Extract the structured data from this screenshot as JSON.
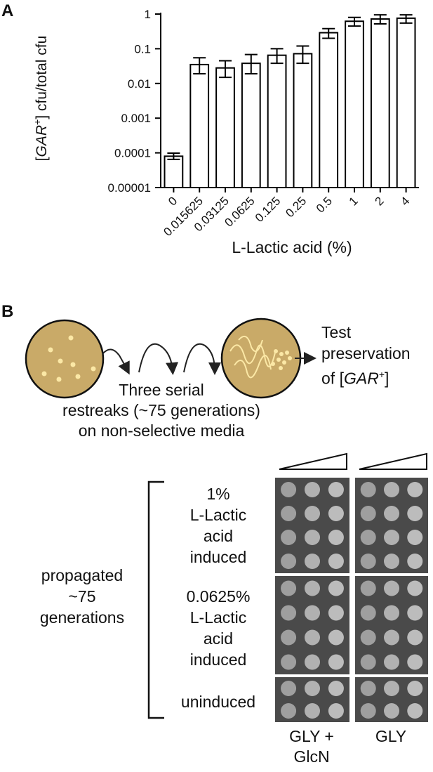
{
  "panel_a_label": "A",
  "panel_b_label": "B",
  "chart_data": {
    "type": "bar",
    "title": "",
    "xlabel": "L-Lactic acid (%)",
    "ylabel_prefix": "[",
    "ylabel_italic": "GAR",
    "ylabel_sup": "+",
    "ylabel_suffix": "] cfu/total cfu",
    "yscale": "log",
    "ylim": [
      1e-05,
      1
    ],
    "yticks": [
      "0.00001",
      "0.0001",
      "0.001",
      "0.01",
      "0.1",
      "1"
    ],
    "categories": [
      "0",
      "0.015625",
      "0.03125",
      "0.0625",
      "0.125",
      "0.25",
      "0.5",
      "1",
      "2",
      "4"
    ],
    "values": [
      8e-05,
      0.035,
      0.028,
      0.038,
      0.065,
      0.072,
      0.29,
      0.62,
      0.72,
      0.76
    ],
    "error_low": [
      6.5e-05,
      0.019,
      0.015,
      0.019,
      0.038,
      0.038,
      0.2,
      0.45,
      0.52,
      0.55
    ],
    "error_high": [
      9.8e-05,
      0.055,
      0.045,
      0.068,
      0.1,
      0.12,
      0.38,
      0.8,
      0.95,
      0.95
    ],
    "bar_color": "#ffffff",
    "edge_color": "#000000",
    "grid": false
  },
  "panel_b": {
    "plate_color": "#c9aa68",
    "colony_color": "#fbe8a6",
    "schematic_caption_lines": [
      "Three serial",
      "restreaks (~75 generations)",
      "on non-selective media"
    ],
    "test_lines": [
      "Test",
      "preservation"
    ],
    "test_of": "of [",
    "test_italic": "GAR",
    "test_sup": "+",
    "test_close": "]",
    "group_brace_label": [
      "propagated",
      "~75",
      "generations"
    ],
    "groups": [
      {
        "label_lines": [
          "1%",
          "L-Lactic",
          "acid",
          "induced"
        ]
      },
      {
        "label_lines": [
          "0.0625%",
          "L-Lactic",
          "acid",
          "induced"
        ]
      },
      {
        "label_lines": [
          "uninduced"
        ]
      }
    ],
    "media_labels": [
      {
        "lines": [
          "GLY +",
          "GlcN"
        ]
      },
      {
        "lines": [
          "GLY"
        ]
      }
    ]
  }
}
